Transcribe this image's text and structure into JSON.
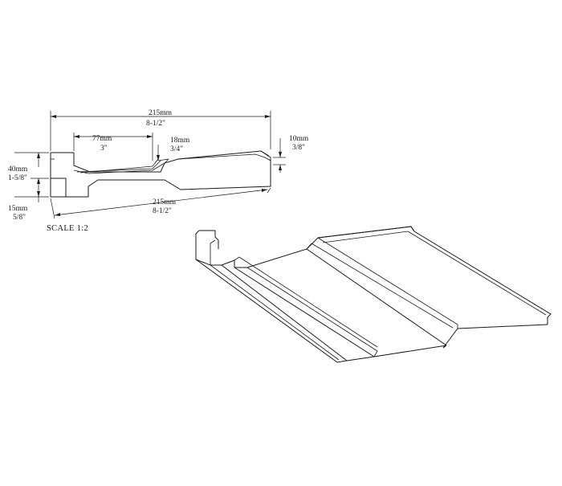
{
  "profile_section": {
    "dimensions": {
      "overall_top": {
        "metric": "215mm",
        "imperial": "8-1/2\""
      },
      "overall_bottom": {
        "metric": "215mm",
        "imperial": "8-1/2\""
      },
      "recess_width": {
        "metric": "77mm",
        "imperial": "3\""
      },
      "step_drop": {
        "metric": "18mm",
        "imperial": "3/4\""
      },
      "edge_thickness": {
        "metric": "10mm",
        "imperial": "3/8\""
      },
      "total_height": {
        "metric": "40mm",
        "imperial": "1-5/8\""
      },
      "lip_height": {
        "metric": "15mm",
        "imperial": "5/8\""
      }
    },
    "scale_label": "SCALE  1:2"
  }
}
